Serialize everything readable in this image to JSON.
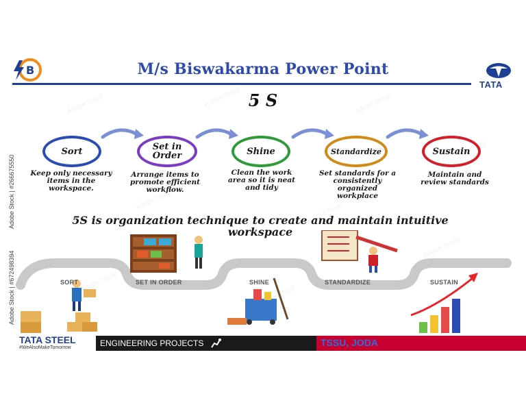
{
  "header": {
    "title": "M/s Biswakarma Power Point",
    "logo_letter": "B",
    "brand_right": "TATA"
  },
  "main": {
    "heading": "5 S",
    "steps": [
      {
        "label": "Sort",
        "color": "#2b4bb5",
        "desc": "Keep only necessary items in the workspace."
      },
      {
        "label": "Set in Order",
        "color": "#7a3cc2",
        "desc": "Arrange items to promote efficient workflow."
      },
      {
        "label": "Shine",
        "color": "#2e9a3a",
        "desc": "Clean the work area so it is neat and tidy"
      },
      {
        "label": "Standardize",
        "color": "#d08a16",
        "desc": "Set standards for a consistently organized workplace"
      },
      {
        "label": "Sustain",
        "color": "#d0202a",
        "desc": "Maintain and review standards"
      }
    ],
    "tagline": "5S is organization technique to create and maintain intuitive workspace",
    "road_labels": [
      "SORT",
      "SET IN ORDER",
      "SHINE",
      "STANDARDIZE",
      "SUSTAIN"
    ],
    "stock_credits": [
      "Adobe Stock | #266675550",
      "Adobe Stock | #672498394"
    ]
  },
  "footer": {
    "company": "TATA STEEL",
    "hashtag": "#WeAlsoMakeTomorrow",
    "division": "ENGINEERING PROJECTS",
    "location": "TSSU, JODA"
  },
  "colors": {
    "title_blue": "#2f4aa8",
    "footer_red": "#c7002f",
    "footer_dark": "#1a1a1a",
    "arrow": "#7b8fd6"
  }
}
